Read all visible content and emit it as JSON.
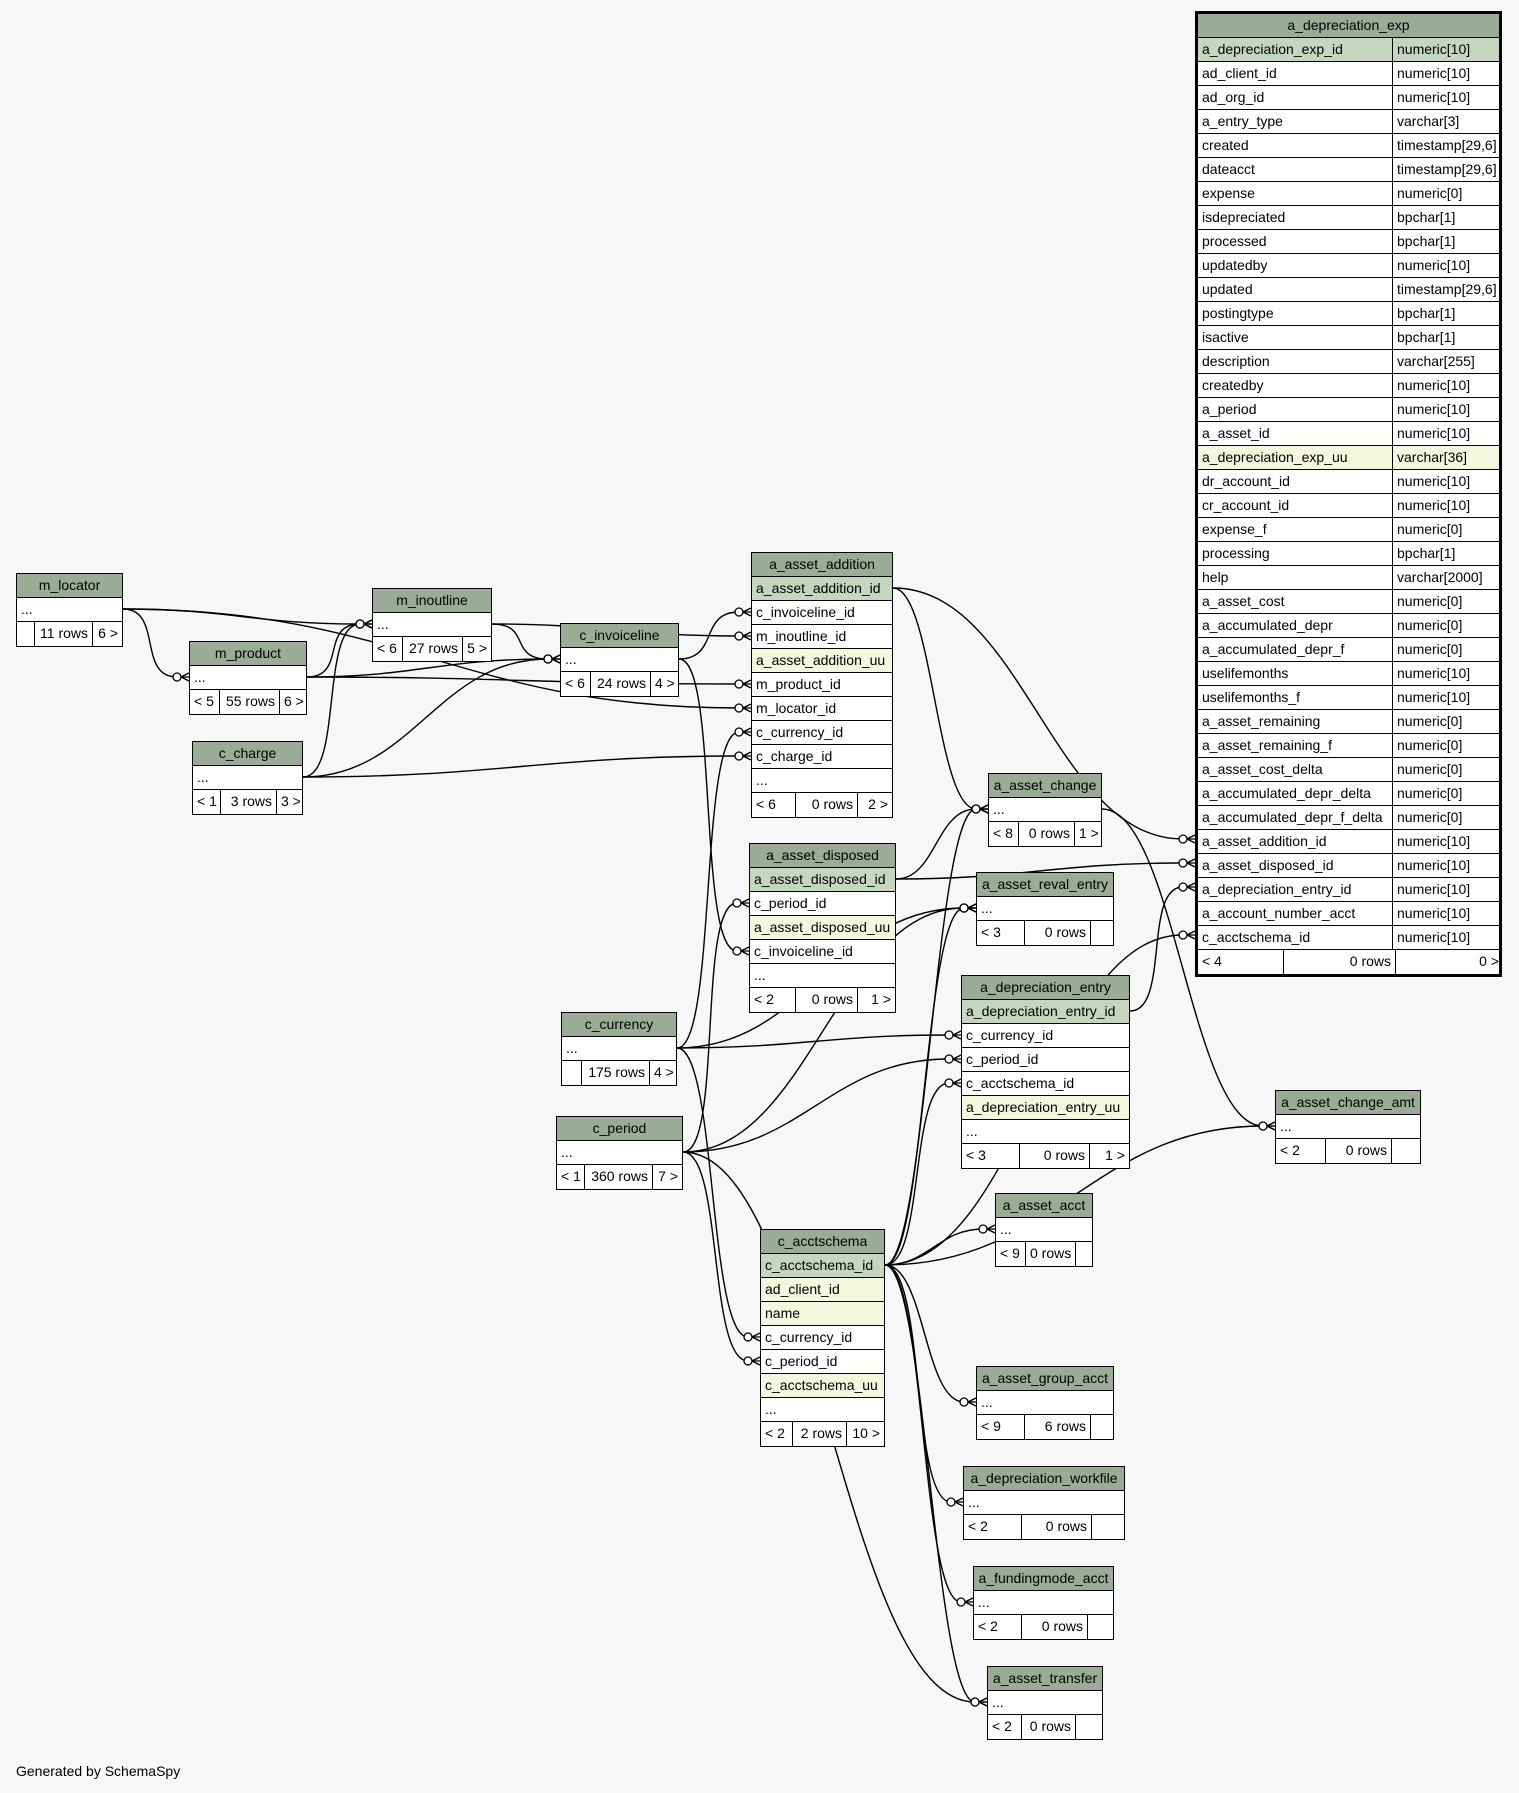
{
  "footer": "Generated by SchemaSpy",
  "colors": {
    "header": "#9aab96",
    "primary_key": "#c5d5be",
    "unique": "#f5f7dc",
    "background": "#f7f7f7"
  },
  "tables": [
    {
      "id": "a_depreciation_exp",
      "focus": true,
      "name": "a_depreciation_exp",
      "columns": [
        {
          "name": "a_depreciation_exp_id",
          "type": "numeric[10]",
          "kind": "pk"
        },
        {
          "name": "ad_client_id",
          "type": "numeric[10]"
        },
        {
          "name": "ad_org_id",
          "type": "numeric[10]"
        },
        {
          "name": "a_entry_type",
          "type": "varchar[3]"
        },
        {
          "name": "created",
          "type": "timestamp[29,6]"
        },
        {
          "name": "dateacct",
          "type": "timestamp[29,6]"
        },
        {
          "name": "expense",
          "type": "numeric[0]"
        },
        {
          "name": "isdepreciated",
          "type": "bpchar[1]"
        },
        {
          "name": "processed",
          "type": "bpchar[1]"
        },
        {
          "name": "updatedby",
          "type": "numeric[10]"
        },
        {
          "name": "updated",
          "type": "timestamp[29,6]"
        },
        {
          "name": "postingtype",
          "type": "bpchar[1]"
        },
        {
          "name": "isactive",
          "type": "bpchar[1]"
        },
        {
          "name": "description",
          "type": "varchar[255]"
        },
        {
          "name": "createdby",
          "type": "numeric[10]"
        },
        {
          "name": "a_period",
          "type": "numeric[10]"
        },
        {
          "name": "a_asset_id",
          "type": "numeric[10]"
        },
        {
          "name": "a_depreciation_exp_uu",
          "type": "varchar[36]",
          "kind": "uq"
        },
        {
          "name": "dr_account_id",
          "type": "numeric[10]"
        },
        {
          "name": "cr_account_id",
          "type": "numeric[10]"
        },
        {
          "name": "expense_f",
          "type": "numeric[0]"
        },
        {
          "name": "processing",
          "type": "bpchar[1]"
        },
        {
          "name": "help",
          "type": "varchar[2000]"
        },
        {
          "name": "a_asset_cost",
          "type": "numeric[0]"
        },
        {
          "name": "a_accumulated_depr",
          "type": "numeric[0]"
        },
        {
          "name": "a_accumulated_depr_f",
          "type": "numeric[0]"
        },
        {
          "name": "uselifemonths",
          "type": "numeric[10]"
        },
        {
          "name": "uselifemonths_f",
          "type": "numeric[10]"
        },
        {
          "name": "a_asset_remaining",
          "type": "numeric[0]"
        },
        {
          "name": "a_asset_remaining_f",
          "type": "numeric[0]"
        },
        {
          "name": "a_asset_cost_delta",
          "type": "numeric[0]"
        },
        {
          "name": "a_accumulated_depr_delta",
          "type": "numeric[0]"
        },
        {
          "name": "a_accumulated_depr_f_delta",
          "type": "numeric[0]"
        },
        {
          "name": "a_asset_addition_id",
          "type": "numeric[10]"
        },
        {
          "name": "a_asset_disposed_id",
          "type": "numeric[10]"
        },
        {
          "name": "a_depreciation_entry_id",
          "type": "numeric[10]"
        },
        {
          "name": "a_account_number_acct",
          "type": "numeric[10]"
        },
        {
          "name": "c_acctschema_id",
          "type": "numeric[10]"
        }
      ],
      "footer": [
        "< 4",
        "0 rows",
        "0 >"
      ]
    },
    {
      "id": "a_asset_addition",
      "name": "a_asset_addition",
      "columns": [
        {
          "name": "a_asset_addition_id",
          "kind": "pk"
        },
        {
          "name": "c_invoiceline_id"
        },
        {
          "name": "m_inoutline_id"
        },
        {
          "name": "a_asset_addition_uu",
          "kind": "uq"
        },
        {
          "name": "m_product_id"
        },
        {
          "name": "m_locator_id"
        },
        {
          "name": "c_currency_id"
        },
        {
          "name": "c_charge_id"
        },
        {
          "name": "..."
        }
      ],
      "footer": [
        "< 6",
        "0 rows",
        "2 >"
      ]
    },
    {
      "id": "a_asset_disposed",
      "name": "a_asset_disposed",
      "columns": [
        {
          "name": "a_asset_disposed_id",
          "kind": "pk"
        },
        {
          "name": "c_period_id"
        },
        {
          "name": "a_asset_disposed_uu",
          "kind": "uq"
        },
        {
          "name": "c_invoiceline_id"
        },
        {
          "name": "..."
        }
      ],
      "footer": [
        "< 2",
        "0 rows",
        "1 >"
      ]
    },
    {
      "id": "a_depreciation_entry",
      "name": "a_depreciation_entry",
      "columns": [
        {
          "name": "a_depreciation_entry_id",
          "kind": "pk"
        },
        {
          "name": "c_currency_id"
        },
        {
          "name": "c_period_id"
        },
        {
          "name": "c_acctschema_id"
        },
        {
          "name": "a_depreciation_entry_uu",
          "kind": "uq"
        },
        {
          "name": "..."
        }
      ],
      "footer": [
        "< 3",
        "0 rows",
        "1 >"
      ]
    },
    {
      "id": "c_acctschema",
      "name": "c_acctschema",
      "columns": [
        {
          "name": "c_acctschema_id",
          "kind": "pk"
        },
        {
          "name": "ad_client_id",
          "kind": "uq"
        },
        {
          "name": "name",
          "kind": "uq"
        },
        {
          "name": "c_currency_id"
        },
        {
          "name": "c_period_id"
        },
        {
          "name": "c_acctschema_uu",
          "kind": "uq"
        },
        {
          "name": "..."
        }
      ],
      "footer": [
        "< 2",
        "2 rows",
        "10 >"
      ]
    },
    {
      "id": "m_locator",
      "name": "m_locator",
      "columns": [
        {
          "name": "..."
        }
      ],
      "footer": [
        "",
        "11 rows",
        "6 >"
      ]
    },
    {
      "id": "m_inoutline",
      "name": "m_inoutline",
      "columns": [
        {
          "name": "..."
        }
      ],
      "footer": [
        "< 6",
        "27 rows",
        "5 >"
      ]
    },
    {
      "id": "m_product",
      "name": "m_product",
      "columns": [
        {
          "name": "..."
        }
      ],
      "footer": [
        "< 5",
        "55 rows",
        "6 >"
      ]
    },
    {
      "id": "c_invoiceline",
      "name": "c_invoiceline",
      "columns": [
        {
          "name": "..."
        }
      ],
      "footer": [
        "< 6",
        "24 rows",
        "4 >"
      ]
    },
    {
      "id": "c_charge",
      "name": "c_charge",
      "columns": [
        {
          "name": "..."
        }
      ],
      "footer": [
        "< 1",
        "3 rows",
        "3 >"
      ]
    },
    {
      "id": "c_currency",
      "name": "c_currency",
      "columns": [
        {
          "name": "..."
        }
      ],
      "footer": [
        "",
        "175 rows",
        "4 >"
      ]
    },
    {
      "id": "c_period",
      "name": "c_period",
      "columns": [
        {
          "name": "..."
        }
      ],
      "footer": [
        "< 1",
        "360 rows",
        "7 >"
      ]
    },
    {
      "id": "a_asset_change",
      "name": "a_asset_change",
      "columns": [
        {
          "name": "..."
        }
      ],
      "footer": [
        "< 8",
        "0 rows",
        "1 >"
      ]
    },
    {
      "id": "a_asset_reval_entry",
      "name": "a_asset_reval_entry",
      "columns": [
        {
          "name": "..."
        }
      ],
      "footer": [
        "< 3",
        "0 rows",
        ""
      ]
    },
    {
      "id": "a_asset_change_amt",
      "name": "a_asset_change_amt",
      "columns": [
        {
          "name": "..."
        }
      ],
      "footer": [
        "< 2",
        "0 rows",
        ""
      ]
    },
    {
      "id": "a_asset_acct",
      "name": "a_asset_acct",
      "columns": [
        {
          "name": "..."
        }
      ],
      "footer": [
        "< 9",
        "0 rows",
        ""
      ]
    },
    {
      "id": "a_asset_group_acct",
      "name": "a_asset_group_acct",
      "columns": [
        {
          "name": "..."
        }
      ],
      "footer": [
        "< 9",
        "6 rows",
        ""
      ]
    },
    {
      "id": "a_depreciation_workfile",
      "name": "a_depreciation_workfile",
      "columns": [
        {
          "name": "..."
        }
      ],
      "footer": [
        "< 2",
        "0 rows",
        ""
      ]
    },
    {
      "id": "a_fundingmode_acct",
      "name": "a_fundingmode_acct",
      "columns": [
        {
          "name": "..."
        }
      ],
      "footer": [
        "< 2",
        "0 rows",
        ""
      ]
    },
    {
      "id": "a_asset_transfer",
      "name": "a_asset_transfer",
      "columns": [
        {
          "name": "..."
        }
      ],
      "footer": [
        "< 2",
        "0 rows",
        ""
      ]
    }
  ],
  "relationships": [
    {
      "from": "a_asset_addition",
      "to": "a_depreciation_exp",
      "to_col": "a_asset_addition_id"
    },
    {
      "from": "a_asset_disposed",
      "to": "a_depreciation_exp",
      "to_col": "a_asset_disposed_id"
    },
    {
      "from": "a_depreciation_entry",
      "to": "a_depreciation_exp",
      "to_col": "a_depreciation_entry_id"
    },
    {
      "from": "c_acctschema",
      "to": "a_depreciation_exp",
      "to_col": "c_acctschema_id"
    },
    {
      "from": "c_invoiceline",
      "to": "a_asset_addition",
      "to_col": "c_invoiceline_id"
    },
    {
      "from": "m_inoutline",
      "to": "a_asset_addition",
      "to_col": "m_inoutline_id"
    },
    {
      "from": "m_product",
      "to": "a_asset_addition",
      "to_col": "m_product_id"
    },
    {
      "from": "m_locator",
      "to": "a_asset_addition",
      "to_col": "m_locator_id"
    },
    {
      "from": "c_currency",
      "to": "a_asset_addition",
      "to_col": "c_currency_id"
    },
    {
      "from": "c_charge",
      "to": "a_asset_addition",
      "to_col": "c_charge_id"
    },
    {
      "from": "c_period",
      "to": "a_asset_disposed",
      "to_col": "c_period_id"
    },
    {
      "from": "c_invoiceline",
      "to": "a_asset_disposed",
      "to_col": "c_invoiceline_id"
    },
    {
      "from": "c_currency",
      "to": "a_depreciation_entry",
      "to_col": "c_currency_id"
    },
    {
      "from": "c_period",
      "to": "a_depreciation_entry",
      "to_col": "c_period_id"
    },
    {
      "from": "c_acctschema",
      "to": "a_depreciation_entry",
      "to_col": "c_acctschema_id"
    },
    {
      "from": "c_currency",
      "to": "c_acctschema",
      "to_col": "c_currency_id"
    },
    {
      "from": "c_period",
      "to": "c_acctschema",
      "to_col": "c_period_id"
    },
    {
      "from": "m_locator",
      "to": "m_inoutline"
    },
    {
      "from": "m_product",
      "to": "m_inoutline"
    },
    {
      "from": "c_charge",
      "to": "m_inoutline"
    },
    {
      "from": "m_locator",
      "to": "m_product"
    },
    {
      "from": "m_inoutline",
      "to": "c_invoiceline"
    },
    {
      "from": "m_product",
      "to": "c_invoiceline"
    },
    {
      "from": "c_charge",
      "to": "c_invoiceline"
    },
    {
      "from": "a_asset_addition",
      "to": "a_asset_change"
    },
    {
      "from": "a_asset_disposed",
      "to": "a_asset_change"
    },
    {
      "from": "c_acctschema",
      "to": "a_asset_change"
    },
    {
      "from": "c_currency",
      "to": "a_asset_reval_entry"
    },
    {
      "from": "c_period",
      "to": "a_asset_reval_entry"
    },
    {
      "from": "c_acctschema",
      "to": "a_asset_reval_entry"
    },
    {
      "from": "a_asset_change",
      "to": "a_asset_change_amt"
    },
    {
      "from": "c_acctschema",
      "to": "a_asset_change_amt"
    },
    {
      "from": "c_acctschema",
      "to": "a_asset_acct"
    },
    {
      "from": "c_acctschema",
      "to": "a_asset_group_acct"
    },
    {
      "from": "c_acctschema",
      "to": "a_depreciation_workfile"
    },
    {
      "from": "c_acctschema",
      "to": "a_fundingmode_acct"
    },
    {
      "from": "c_acctschema",
      "to": "a_asset_transfer"
    },
    {
      "from": "c_period",
      "to": "a_asset_transfer"
    }
  ]
}
